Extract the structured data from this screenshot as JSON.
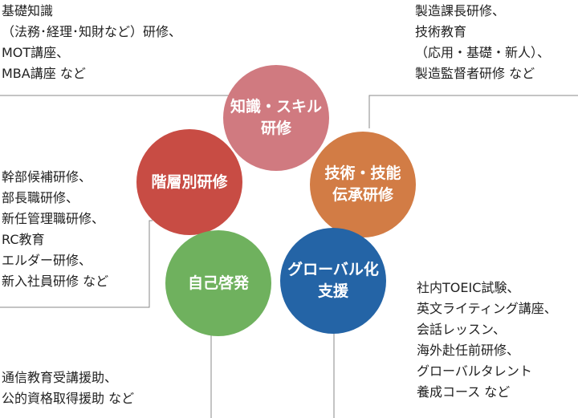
{
  "colors": {
    "knowledge": "#d07a80",
    "tech": "#d27c45",
    "rank": "#c84c44",
    "self": "#6fb15e",
    "global": "#2464a6",
    "connector": "#888888"
  },
  "circles": {
    "knowledge": {
      "lines": [
        "知識・スキル",
        "研修"
      ]
    },
    "tech": {
      "lines": [
        "技術・技能",
        "伝承研修"
      ]
    },
    "rank": {
      "lines": [
        "階層別研修"
      ]
    },
    "self": {
      "lines": [
        "自己啓発"
      ]
    },
    "global": {
      "lines": [
        "グローバル化",
        "支援"
      ]
    }
  },
  "notes": {
    "knowledge": [
      "基礎知識",
      "（法務･経理･知財など）研修、",
      "MOT講座、",
      "MBA講座 など"
    ],
    "tech": [
      "製造課長研修、",
      "技術教育",
      "（応用・基礎・新人）、",
      "製造監督者研修 など"
    ],
    "rank": [
      "幹部候補研修、",
      "部長職研修、",
      "新任管理職研修、",
      "RC教育",
      "エルダー研修、",
      "新入社員研修 など"
    ],
    "self": [
      "通信教育受講援助、",
      "公的資格取得援助 など"
    ],
    "global": [
      "社内TOEIC試験、",
      "英文ライティング講座、",
      "会話レッスン、",
      "海外赴任前研修、",
      "グローバルタレント",
      "養成コース など"
    ]
  }
}
